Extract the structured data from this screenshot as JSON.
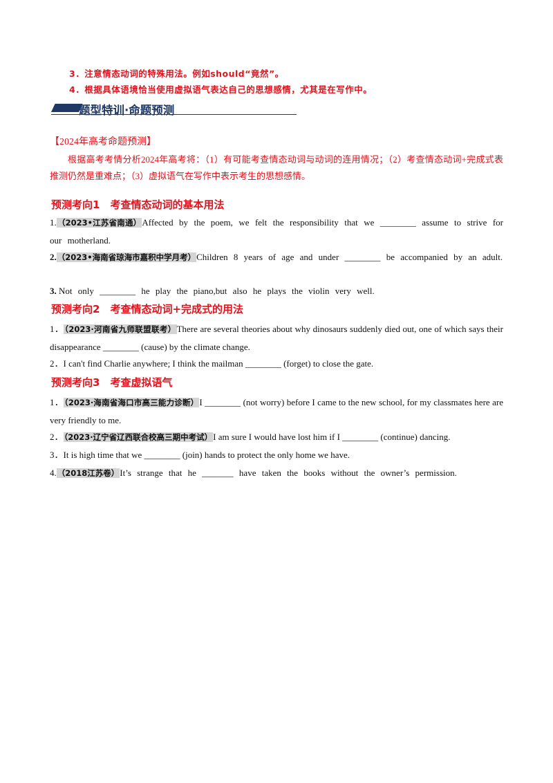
{
  "tips": [
    "3．注意情态动词的特殊用法。例如should“竟然”。",
    "4．根据具体语境恰当使用虚拟语气表达自己的思想感情，尤其是在写作中。"
  ],
  "banner": {
    "title": "题型特训·命题预测"
  },
  "prediction": {
    "heading": "【2024年高考命题预测】",
    "text": "根据高考考情分析2024年高考将：（1）有可能考查情态动词与动词的连用情况；（2）考查情态动词+完成式表推测仍然是重难点；（3）虚拟语气在写作中表示考生的思想感情。"
  },
  "sections": [
    {
      "heading": "预测考向1　考查情态动词的基本用法",
      "questions": [
        {
          "num": "1.",
          "source": "（2023•江苏省南通）",
          "text": "Affected by the poem, we felt the responsibility that we ________ assume to strive for our motherland."
        },
        {
          "num": "2.",
          "source": "（2023•海南省琼海市嘉积中学月考）",
          "text": "Children 8 years of age and under ________ be accompanied by an adult."
        },
        {
          "num": "3.",
          "source": "",
          "text": "Not only ________ he play the piano,but also he plays the violin very well."
        }
      ]
    },
    {
      "heading": "预测考向2　考查情态动词+完成式的用法",
      "questions": [
        {
          "num": "1．",
          "source": "（2023·河南省九师联盟联考）",
          "text": "There are several theories about why dinosaurs suddenly died out, one of which says their disappearance ________ (cause) by the climate change."
        },
        {
          "num": "2．",
          "source": "",
          "text": "I can't find Charlie anywhere; I think the mailman ________ (forget) to close the gate."
        }
      ]
    },
    {
      "heading": "预测考向3　考查虚拟语气",
      "questions": [
        {
          "num": "1．",
          "source": "（2023·海南省海口市高三能力诊断）",
          "text": "I ________ (not worry) before I came to the new school, for my classmates here are very friendly to me."
        },
        {
          "num": "2．",
          "source": "（2023·辽宁省辽西联合校高三期中考试）",
          "text": "I am sure I would have lost him if I ________ (continue) dancing."
        },
        {
          "num": "3．",
          "source": "",
          "text": "It is high time that we ________ (join) hands to protect the only home we have."
        },
        {
          "num": "4.",
          "source": "（2018江苏卷）",
          "text": "It’s strange that he _______ have taken the books without the owner’s permission."
        }
      ]
    }
  ]
}
